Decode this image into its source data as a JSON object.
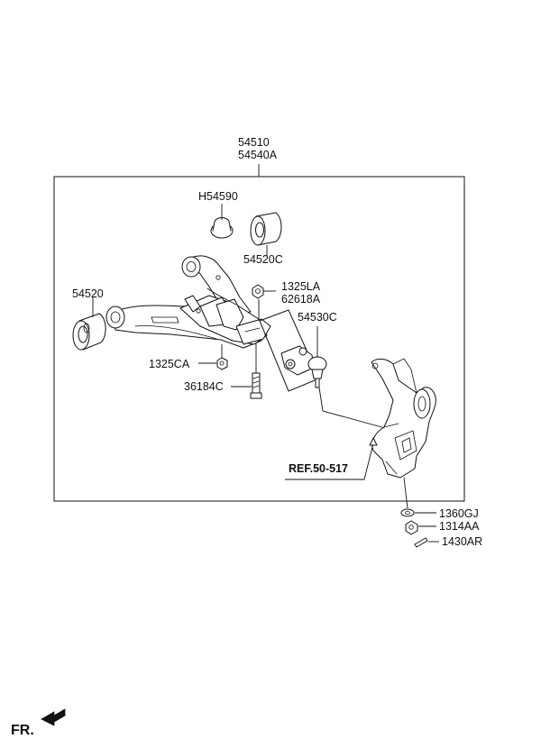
{
  "callouts": {
    "assembly_1": "54510",
    "assembly_2": "54540A",
    "h54590": "H54590",
    "bush_c": "54520C",
    "bush": "54520",
    "bolt_la": "1325LA",
    "nut_a": "62618A",
    "ball_joint": "54530C",
    "nut_ca": "1325CA",
    "bolt_c": "36184C",
    "ref": "REF.50-517",
    "washer": "1360GJ",
    "nut_aa": "1314AA",
    "pin": "1430AR"
  },
  "front_marker": {
    "label": "FR."
  }
}
